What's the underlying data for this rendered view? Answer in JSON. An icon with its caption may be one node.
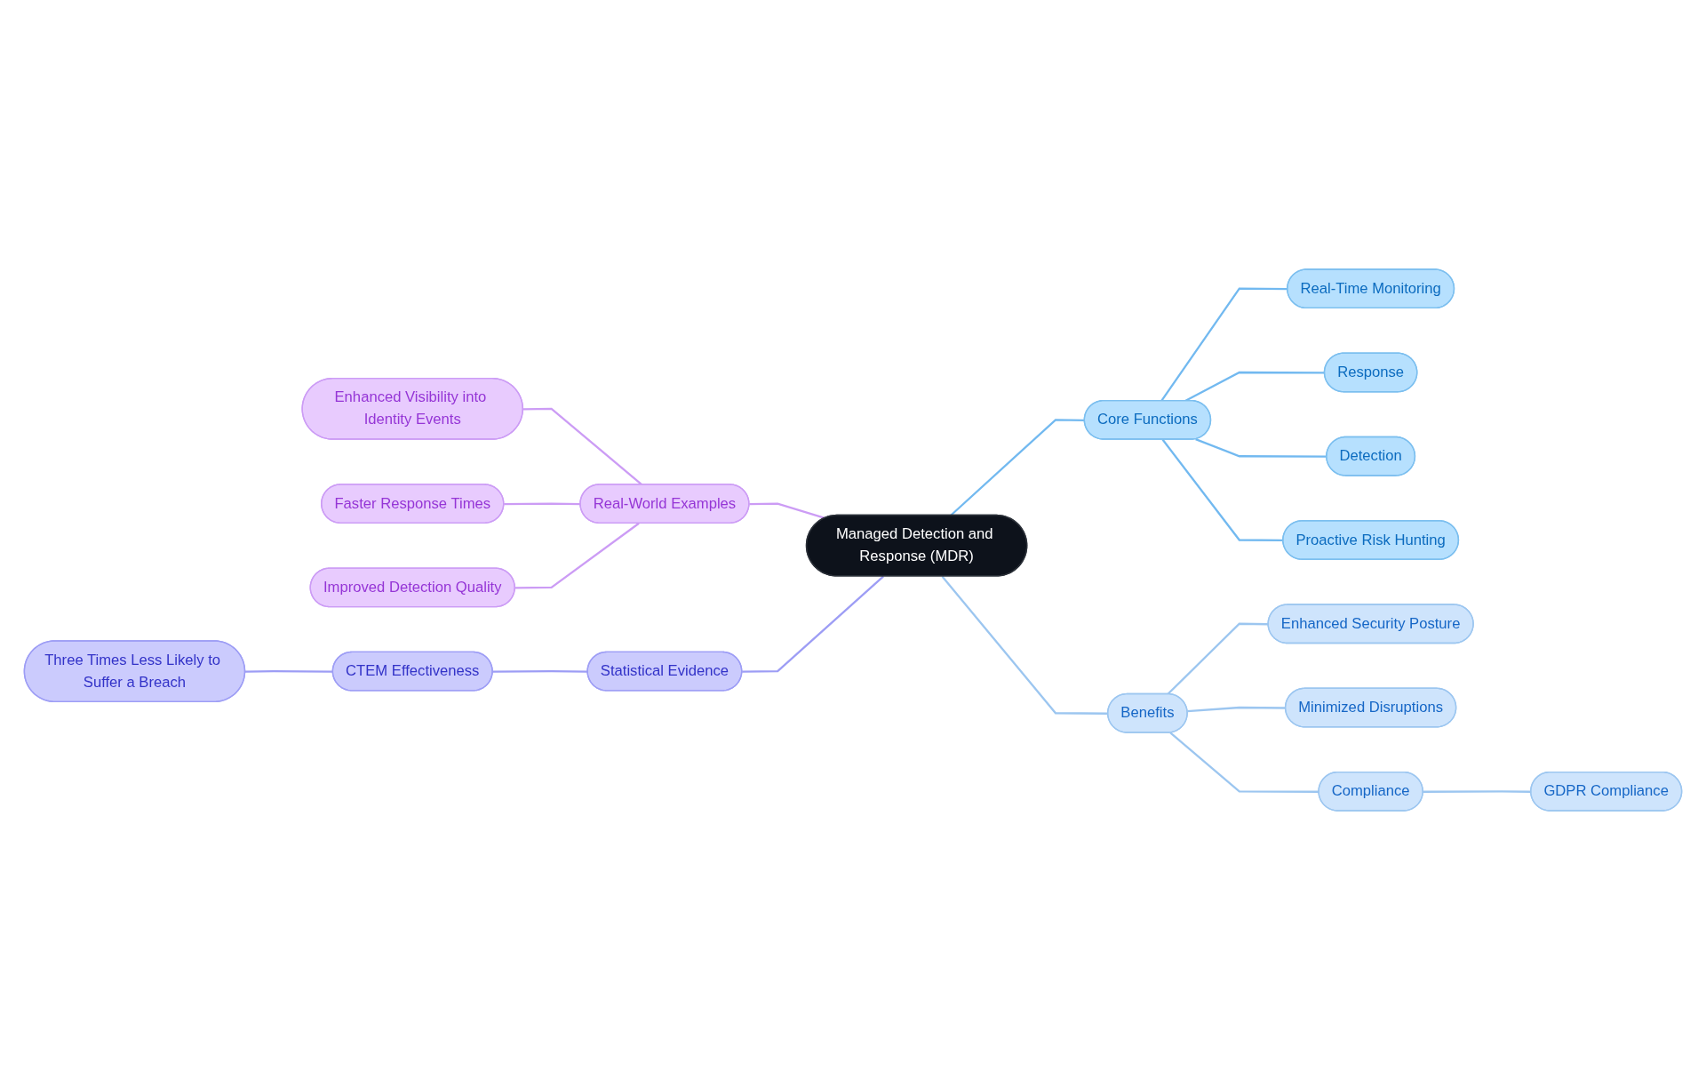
{
  "diagram": {
    "nodes": [
      {
        "text": [
          "Managed Detection and Response (MDR)"
        ]
      },
      {
        "text": [
          "Core Functions"
        ]
      },
      {
        "text": [
          "Real-Time Monitoring"
        ]
      },
      {
        "text": [
          "Response"
        ]
      },
      {
        "text": [
          "Detection"
        ]
      },
      {
        "text": [
          "Proactive Risk Hunting"
        ]
      },
      {
        "text": [
          "Benefits"
        ]
      },
      {
        "text": [
          "Enhanced Security Posture"
        ]
      },
      {
        "text": [
          "Minimized Disruptions"
        ]
      },
      {
        "text": [
          "Compliance"
        ]
      },
      {
        "text": [
          "GDPR Compliance"
        ]
      },
      {
        "text": [
          "Statistical Evidence"
        ]
      },
      {
        "text": [
          "CTEM Effectiveness"
        ]
      },
      {
        "text": [
          "Three Times Less Likely to Suffer a Breach"
        ]
      },
      {
        "text": [
          "Real-World Examples"
        ]
      },
      {
        "text": [
          "Enhanced Visibility into Identity Events"
        ]
      },
      {
        "text": [
          "Faster Response Times"
        ]
      },
      {
        "text": [
          "Improved Detection Quality"
        ]
      }
    ],
    "edges": [
      {
        "from": 15,
        "to": 14,
        "arrow": "none",
        "color": "#cc9cf5"
      },
      {
        "from": 16,
        "to": 14,
        "arrow": "none",
        "color": "#cc9cf5"
      },
      {
        "from": 17,
        "to": 14,
        "arrow": "none",
        "color": "#cc9cf5"
      },
      {
        "from": 14,
        "to": 0,
        "arrow": "none",
        "color": "#cc9cf5"
      },
      {
        "from": 0,
        "to": 1,
        "arrow": "none",
        "color": "#72b9f0"
      },
      {
        "from": 1,
        "to": 2,
        "arrow": "none",
        "color": "#72b9f0"
      },
      {
        "from": 1,
        "to": 3,
        "arrow": "none",
        "color": "#72b9f0"
      },
      {
        "from": 1,
        "to": 4,
        "arrow": "none",
        "color": "#72b9f0"
      },
      {
        "from": 1,
        "to": 5,
        "arrow": "none",
        "color": "#72b9f0"
      },
      {
        "from": 11,
        "to": 0,
        "arrow": "none",
        "color": "#9d9df5"
      },
      {
        "from": 12,
        "to": 11,
        "arrow": "none",
        "color": "#9d9df5"
      },
      {
        "from": 13,
        "to": 12,
        "arrow": "none",
        "color": "#9d9df5"
      },
      {
        "from": 0,
        "to": 6,
        "arrow": "none",
        "color": "#9cc6f0"
      },
      {
        "from": 6,
        "to": 7,
        "arrow": "none",
        "color": "#9cc6f0"
      },
      {
        "from": 6,
        "to": 8,
        "arrow": "none",
        "color": "#9cc6f0"
      },
      {
        "from": 6,
        "to": 9,
        "arrow": "none",
        "color": "#9cc6f0"
      },
      {
        "from": 9,
        "to": 10,
        "arrow": "none",
        "color": "#9cc6f0"
      }
    ]
  }
}
